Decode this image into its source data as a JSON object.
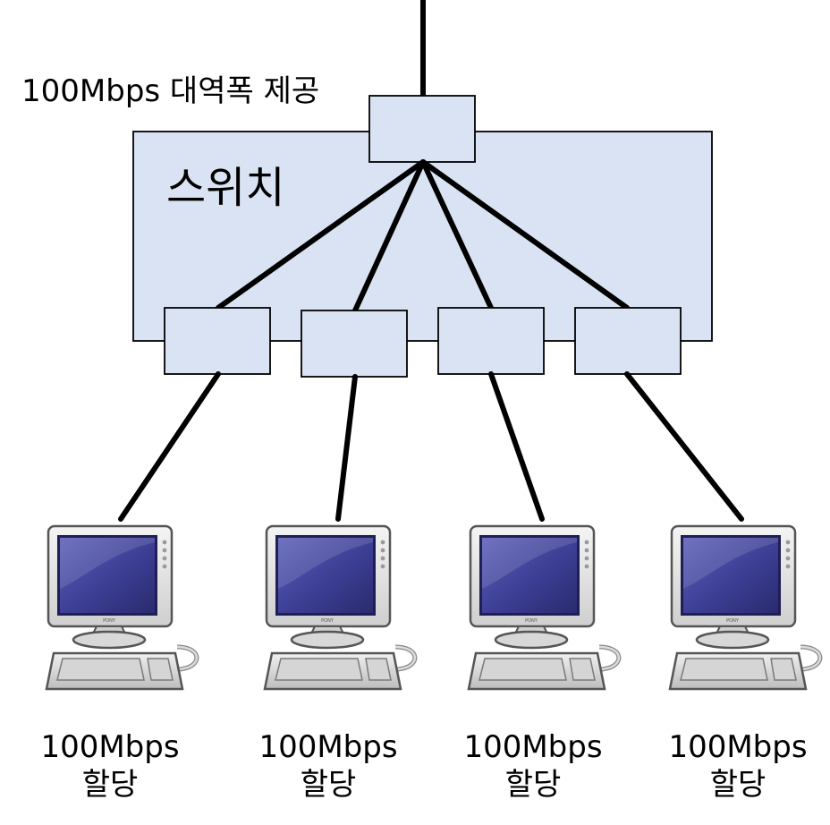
{
  "uplink": {
    "label": "100Mbps 대역폭 제공"
  },
  "switch": {
    "label": "스위치"
  },
  "computers": [
    {
      "bandwidth": "100Mbps",
      "label": "할당",
      "brand": "PONY"
    },
    {
      "bandwidth": "100Mbps",
      "label": "할당",
      "brand": "PONY"
    },
    {
      "bandwidth": "100Mbps",
      "label": "할당",
      "brand": "PONY"
    },
    {
      "bandwidth": "100Mbps",
      "label": "할당",
      "brand": "PONY"
    }
  ],
  "colors": {
    "switch_fill": "#d9e3f3",
    "line": "#000000",
    "screen": "#3d3f8f",
    "monitor_body": "#e6e6e6"
  }
}
